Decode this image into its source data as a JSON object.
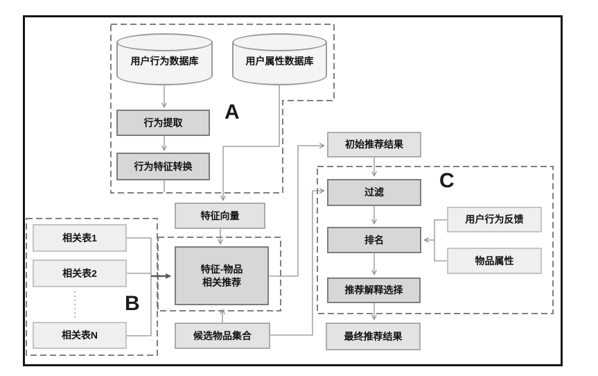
{
  "colors": {
    "proc-fill": "#d7d7d7",
    "proc-border": "#7d7d7d",
    "data-fill": "#e3e3e3",
    "data-border": "#ababab",
    "lite-fill": "#efefef",
    "lite-border": "#c4c4c4",
    "cyl-fill": "#f4f4f4",
    "cyl-border": "#9a9a9a",
    "wire": "#909090",
    "wire-bold": "#5a5a5a",
    "dash": "#7f7f7f",
    "frame": "#151515"
  },
  "diagram": {
    "regions": {
      "a": {
        "label": "A"
      },
      "b": {
        "label": "B"
      },
      "c": {
        "label": "C"
      }
    },
    "nodes": {
      "db_behavior": {
        "label": "用户行为数据库"
      },
      "db_attribute": {
        "label": "用户属性数据库"
      },
      "behavior_extract": {
        "label": "行为提取"
      },
      "behavior_convert": {
        "label": "行为特征转换"
      },
      "feature_vector": {
        "label": "特征向量"
      },
      "feature_item_rec": {
        "label": "特征-物品\n相关推荐"
      },
      "related_table_1": {
        "label": "相关表1"
      },
      "related_table_2": {
        "label": "相关表2"
      },
      "related_table_n": {
        "label": "相关表N"
      },
      "candidate_items": {
        "label": "候选物品集合"
      },
      "initial_results": {
        "label": "初始推荐结果"
      },
      "filter": {
        "label": "过滤"
      },
      "ranking": {
        "label": "排名"
      },
      "explanation_select": {
        "label": "推荐解释选择"
      },
      "final_results": {
        "label": "最终推荐结果"
      },
      "user_feedback": {
        "label": "用户行为反馈"
      },
      "item_attributes": {
        "label": "物品属性"
      }
    }
  }
}
